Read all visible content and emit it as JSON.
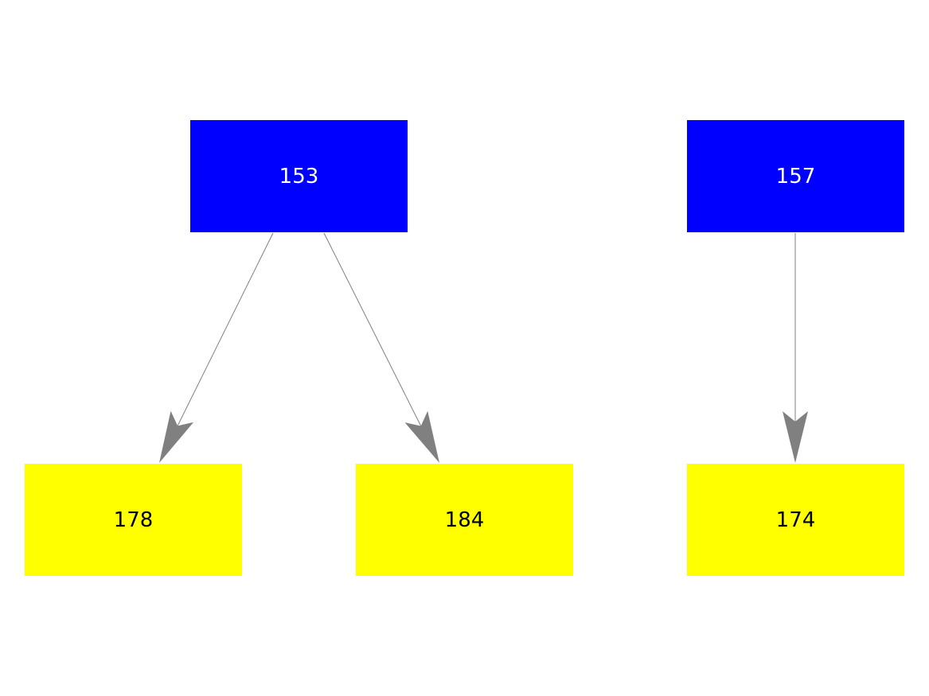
{
  "colors": {
    "parent": "#0000ff",
    "child": "#ffff00",
    "edge": "#808080",
    "parent_text": "#ffffff",
    "child_text": "#000000"
  },
  "nodes": [
    {
      "id": "n153",
      "label": "153",
      "role": "parent"
    },
    {
      "id": "n157",
      "label": "157",
      "role": "parent"
    },
    {
      "id": "n178",
      "label": "178",
      "role": "child"
    },
    {
      "id": "n184",
      "label": "184",
      "role": "child"
    },
    {
      "id": "n174",
      "label": "174",
      "role": "child"
    }
  ],
  "edges": [
    {
      "from": "153",
      "to": "178"
    },
    {
      "from": "153",
      "to": "184"
    },
    {
      "from": "157",
      "to": "174"
    }
  ]
}
